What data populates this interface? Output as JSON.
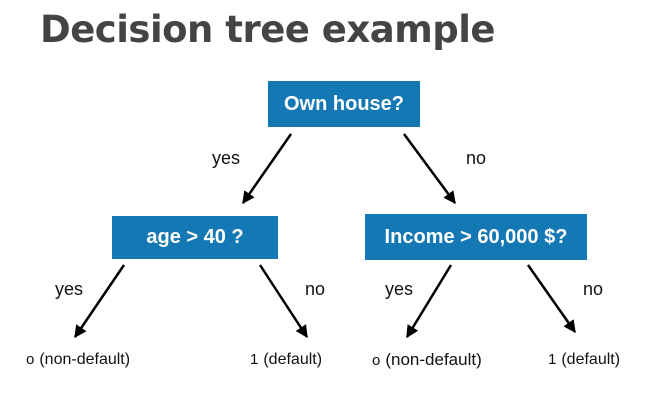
{
  "title": "Decision tree example",
  "tree": {
    "root": {
      "label": "Own house?"
    },
    "left": {
      "label": "age > 40 ?"
    },
    "right": {
      "label": "Income > 60,000 $?"
    }
  },
  "edges": {
    "root_left": "yes",
    "root_right": "no",
    "left_left": "yes",
    "left_right": "no",
    "right_left": "yes",
    "right_right": "no"
  },
  "leaves": [
    {
      "value": "o",
      "text": "(non-default)"
    },
    {
      "value": "1",
      "text": "(default)"
    },
    {
      "value": "o",
      "text": "(non-default)"
    },
    {
      "value": "1",
      "text": "(default)"
    }
  ],
  "colors": {
    "node_fill": "#1378b3",
    "node_text": "#ffffff",
    "title": "#444444",
    "arrow": "#000000"
  }
}
